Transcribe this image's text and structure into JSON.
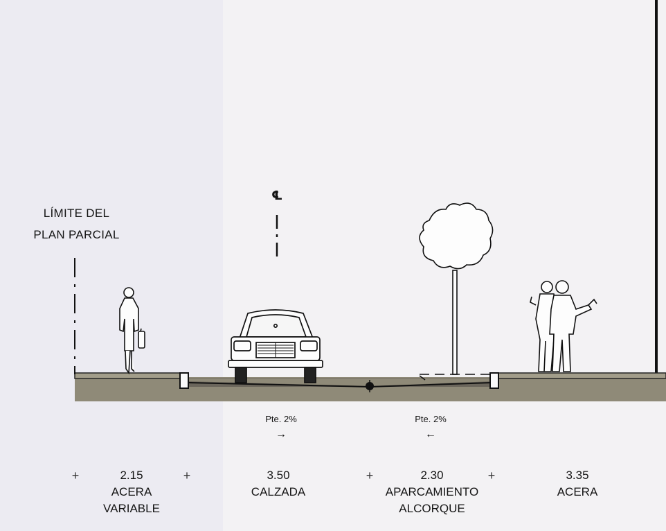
{
  "limit_label": {
    "line1": "LÍMITE DEL",
    "line2": "PLAN PARCIAL"
  },
  "centerline": {
    "symbol": "℄"
  },
  "slopes": [
    {
      "text": "Pte. 2%",
      "arrow": "→"
    },
    {
      "text": "Pte. 2%",
      "arrow": "←"
    }
  ],
  "sections": [
    {
      "width": "2.15",
      "name": "ACERA",
      "extra": "VARIABLE"
    },
    {
      "width": "3.50",
      "name": "CALZADA",
      "extra": ""
    },
    {
      "width": "2.30",
      "name": "APARCAMIENTO",
      "extra": "ALCORQUE"
    },
    {
      "width": "3.35",
      "name": "ACERA",
      "extra": ""
    }
  ],
  "dimension_marker": "+",
  "icons": [
    "pedestrian-woman-icon",
    "car-front-icon",
    "tree-icon",
    "two-men-icon",
    "drain-icon"
  ],
  "colors": {
    "ground": "#8f8a78",
    "road": "#5e5a52",
    "paper": "#f1eff4",
    "ink": "#151515"
  }
}
